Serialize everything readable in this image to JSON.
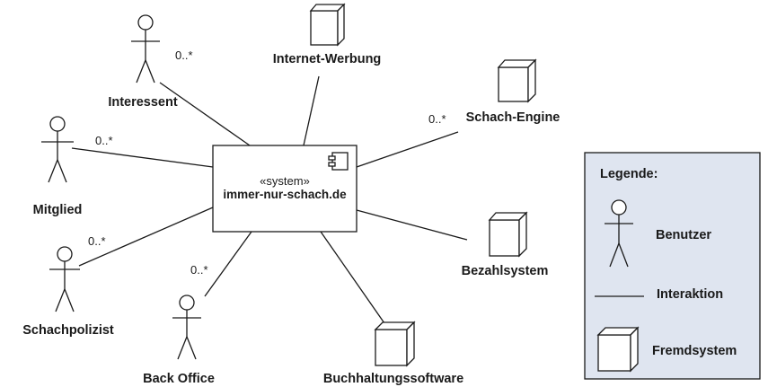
{
  "system": {
    "stereotype": "«system»",
    "name": "immer-nur-schach.de"
  },
  "actors": {
    "interessent": {
      "label": "Interessent",
      "multiplicity": "0..*"
    },
    "mitglied": {
      "label": "Mitglied",
      "multiplicity": "0..*"
    },
    "schachpolizist": {
      "label": "Schachpolizist",
      "multiplicity": "0..*"
    },
    "back_office": {
      "label": "Back Office",
      "multiplicity": "0..*"
    }
  },
  "external_systems": {
    "internet_werbung": {
      "label": "Internet-Werbung"
    },
    "schach_engine": {
      "label": "Schach-Engine",
      "multiplicity": "0..*"
    },
    "bezahlsystem": {
      "label": "Bezahlsystem"
    },
    "buchhaltungssoftware": {
      "label": "Buchhaltungssoftware"
    }
  },
  "legend": {
    "title": "Legende:",
    "actor_label": "Benutzer",
    "line_label": "Interaktion",
    "system_label": "Fremdsystem",
    "background_color": "#dfe5f0"
  }
}
